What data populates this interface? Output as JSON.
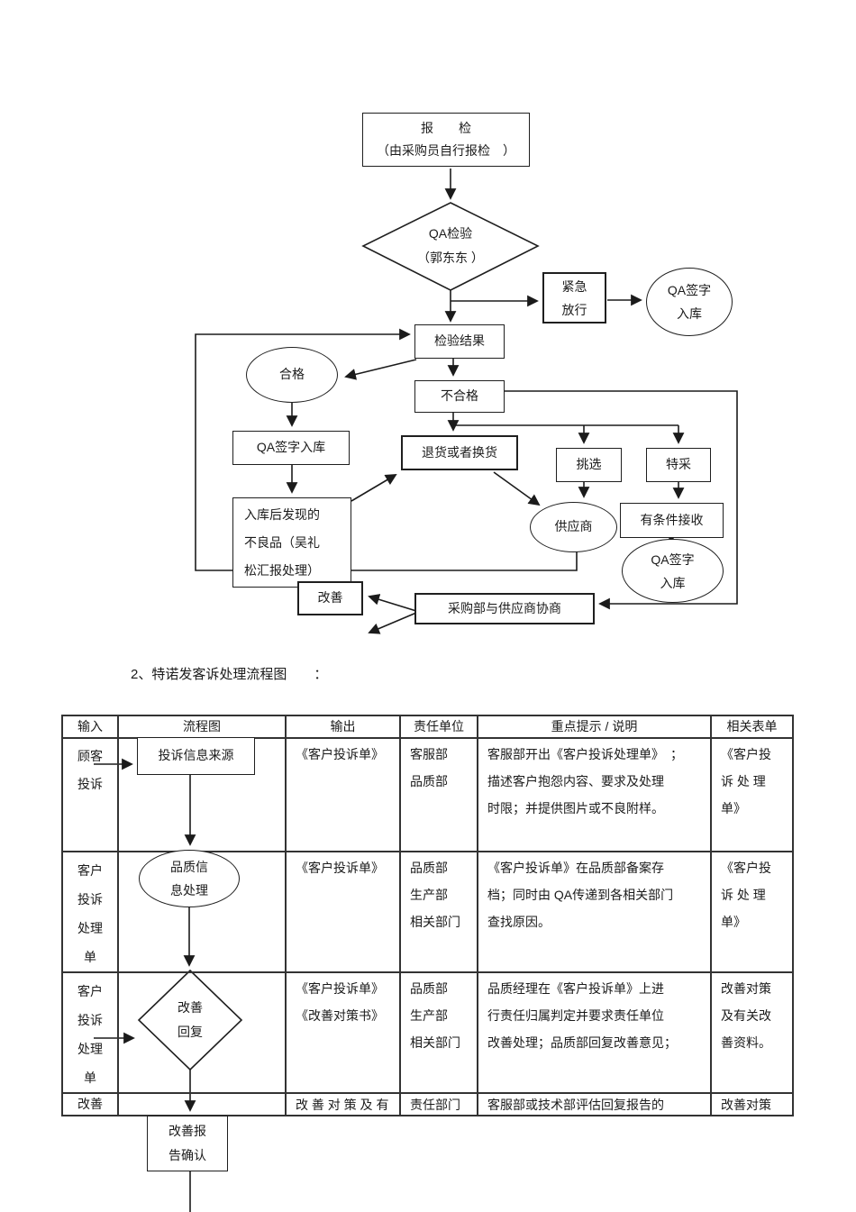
{
  "section": {
    "heading": "2、特诺发客诉处理流程图　　："
  },
  "flowchart": {
    "report_inspection": "报　　检\n（由采购员自行报检　）",
    "qa_inspection": "QA检验\n（郭东东 ）",
    "emergency_release": "紧急\n放行",
    "qa_sign_in_1": "QA签字\n入库",
    "inspection_result": "检验结果",
    "qualified": "合格",
    "qa_sign_in_box": "QA签字入库",
    "found_after_storage": "入库后发现的\n不良品（吴礼\n松汇报处理）",
    "unqualified": "不合格",
    "return_or_exchange": "退货或者换货",
    "sorting": "挑选",
    "special_accept": "特采",
    "supplier": "供应商",
    "conditional_accept": "有条件接收",
    "qa_sign_in_2": "QA签字\n入库",
    "improve": "改善",
    "purchase_negotiate": "采购部与供应商协商"
  },
  "table": {
    "headers": [
      "输入",
      "流程图",
      "输出",
      "责任单位",
      "重点提示 / 说明",
      "相关表单"
    ],
    "rows": [
      {
        "input": "顾客\n投诉",
        "flow": "投诉信息来源",
        "output": "《客户投诉单》",
        "dept": "客服部\n品质部",
        "note": "客服部开出《客户投诉处理单》　；\n描述客户抱怨内容、要求及处理\n时限；并提供图片或不良附样。",
        "form": "《客户投\n诉 处 理\n单》"
      },
      {
        "input": "客户\n投诉\n处理\n单",
        "flow": "品质信\n息处理",
        "output": "《客户投诉单》",
        "dept": "品质部\n生产部\n相关部门",
        "note": "《客户投诉单》在品质部备案存\n档；同时由 QA传递到各相关部门\n查找原因。",
        "form": "《客户投\n诉 处 理\n单》"
      },
      {
        "input": "客户\n投诉\n处理\n单",
        "flow": "改善\n回复",
        "output": "《客户投诉单》\n《改善对策书》",
        "dept": "品质部\n生产部\n相关部门",
        "note": "品质经理在《客户投诉单》上进\n行责任归属判定并要求责任单位\n改善处理；品质部回复改善意见；",
        "form": "改善对策\n及有关改\n善资料。"
      },
      {
        "input": "改善",
        "flow": "",
        "output": "改 善 对 策 及 有",
        "dept": "责任部门",
        "note": "客服部或技术部评估回复报告的",
        "form": "改善对策"
      }
    ]
  },
  "below_table": {
    "improve_report_confirm": "改善报\n告确认"
  }
}
